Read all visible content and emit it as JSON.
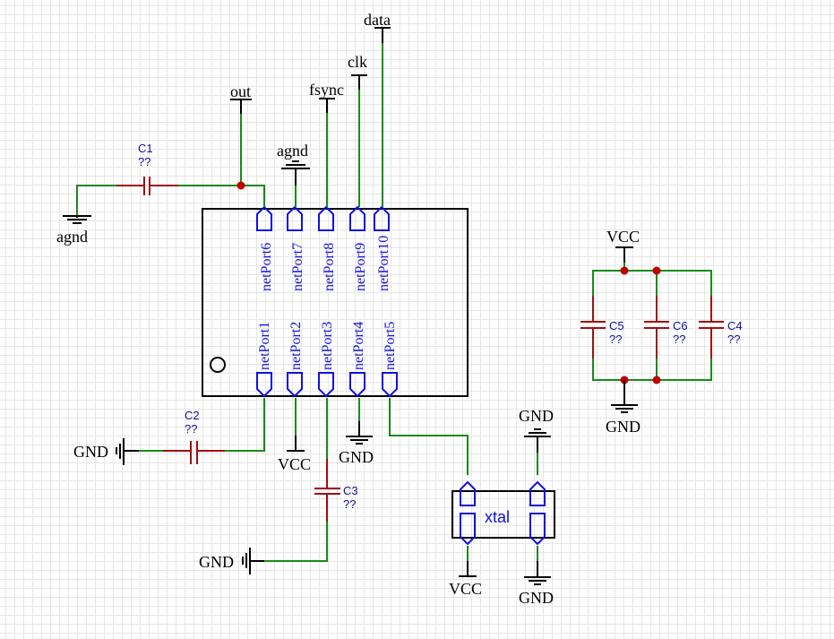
{
  "schematic": {
    "ic": {
      "pins_top": [
        "netPort6",
        "netPort7",
        "netPort8",
        "netPort9",
        "netPort10"
      ],
      "pins_bottom": [
        "netPort1",
        "netPort2",
        "netPort3",
        "netPort4",
        "netPort5"
      ]
    },
    "nets": {
      "out": "out",
      "agnd": "agnd",
      "fsync": "fsync",
      "clk": "clk",
      "data": "data",
      "gnd": "GND",
      "vcc": "VCC"
    },
    "capacitors": [
      {
        "ref": "C1",
        "value": "??"
      },
      {
        "ref": "C2",
        "value": "??"
      },
      {
        "ref": "C3",
        "value": "??"
      },
      {
        "ref": "C4",
        "value": "??"
      },
      {
        "ref": "C5",
        "value": "??"
      },
      {
        "ref": "C6",
        "value": "??"
      }
    ],
    "crystal": {
      "label": "xtal"
    },
    "colors": {
      "wire": "#1a8a1a",
      "component": "#a01010",
      "pin": "#1010e0",
      "junction": "#c00000"
    }
  }
}
